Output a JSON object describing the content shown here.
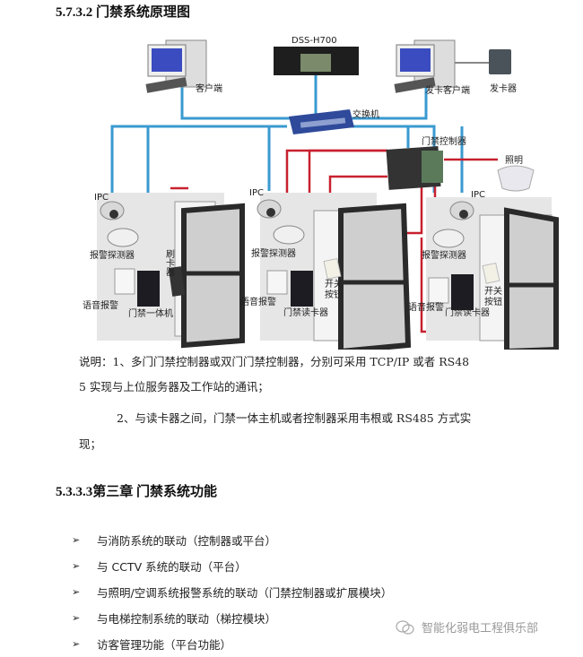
{
  "section_heading": "5.7.3.2 门禁系统原理图",
  "diagram": {
    "server_label": "DSS-H700",
    "client_label": "客户端",
    "card_client_label": "发卡客户端",
    "card_issuer_label": "发卡器",
    "switch_label": "交换机",
    "controller_label": "门禁控制器",
    "lighting_label": "照明",
    "ipc_label": "IPC",
    "alarm_detector_label": "报警探测器",
    "voice_alarm_label": "语音报警",
    "card_swipe_label": "刷卡器",
    "integrated_unit_label": "门禁一体机",
    "card_reader_label": "门禁读卡器",
    "exit_button_label": "开关按钮",
    "colors": {
      "network_line": "#3a9ad0",
      "control_line": "#c8202f",
      "door_frame": "#2a2a2a",
      "switch_body": "#2f4a9a"
    }
  },
  "notes": {
    "line1": "说明：1、多门门禁控制器或双门门禁控制器，分别可采用 TCP/IP 或者 RS48",
    "line2": "5 实现与上位服务器及工作站的通讯；",
    "line3": "2、与读卡器之间，门禁一体主机或者控制器采用韦根或 RS485 方式实",
    "line4": "现；"
  },
  "chapter_heading": "5.3.3.3第三章  门禁系统功能",
  "functions": [
    "与消防系统的联动（控制器或平台）",
    "与 CCTV 系统的联动（平台）",
    "与照明/空调系统报警系统的联动（门禁控制器或扩展模块）",
    "与电梯控制系统的联动（梯控模块）",
    "访客管理功能（平台功能）"
  ],
  "bullet_glyph": "➢",
  "watermark": "智能化弱电工程俱乐部"
}
